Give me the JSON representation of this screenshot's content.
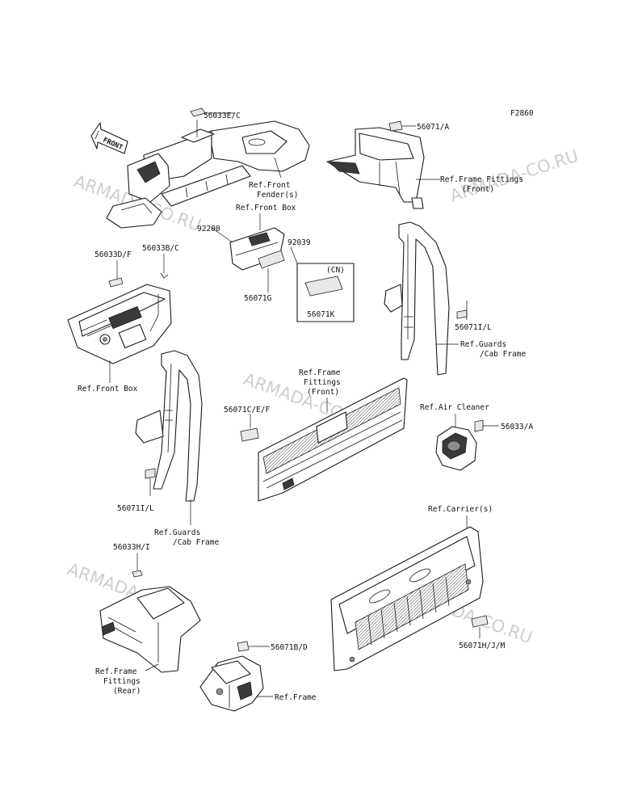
{
  "figure_code": "F2860",
  "watermark": "ARMADA-CO.RU",
  "front_arrow": "FRONT",
  "labels": {
    "l_56033EC": "56033E/C",
    "l_refFrontFender_1": "Ref.Front",
    "l_refFrontFender_2": "Fender(s)",
    "l_56071A": "56071/A",
    "l_refFrameFitFront_1": "Ref.Frame Fittings",
    "l_refFrameFitFront_2": "(Front)",
    "l_refFrontBoxTop": "Ref.Front Box",
    "l_92200": "92200",
    "l_92039": "92039",
    "l_CN": "(CN)",
    "l_56071G": "56071G",
    "l_56071K": "56071K",
    "l_56033DF": "56033D/F",
    "l_56033BC": "56033B/C",
    "l_refFrontBoxLeft": "Ref.Front Box",
    "l_56071IL_right": "56071I/L",
    "l_refGuardsRight_1": "Ref.Guards",
    "l_refGuardsRight_2": "/Cab Frame",
    "l_refFrameFitMid_1": "Ref.Frame",
    "l_refFrameFitMid_2": "Fittings",
    "l_refFrameFitMid_3": "(Front)",
    "l_56071CEF": "56071C/E/F",
    "l_refAirCleaner": "Ref.Air Cleaner",
    "l_56033A": "56033/A",
    "l_56071IL_left": "56071I/L",
    "l_refGuardsLeft_1": "Ref.Guards",
    "l_refGuardsLeft_2": "/Cab Frame",
    "l_refCarrier": "Ref.Carrier(s)",
    "l_56033HI": "56033H/I",
    "l_56071HJM": "56071H/J/M",
    "l_refFrameFitRear_1": "Ref.Frame",
    "l_refFrameFitRear_2": "Fittings",
    "l_refFrameFitRear_3": "(Rear)",
    "l_56071BD": "56071B/D",
    "l_refFrame": "Ref.Frame"
  }
}
